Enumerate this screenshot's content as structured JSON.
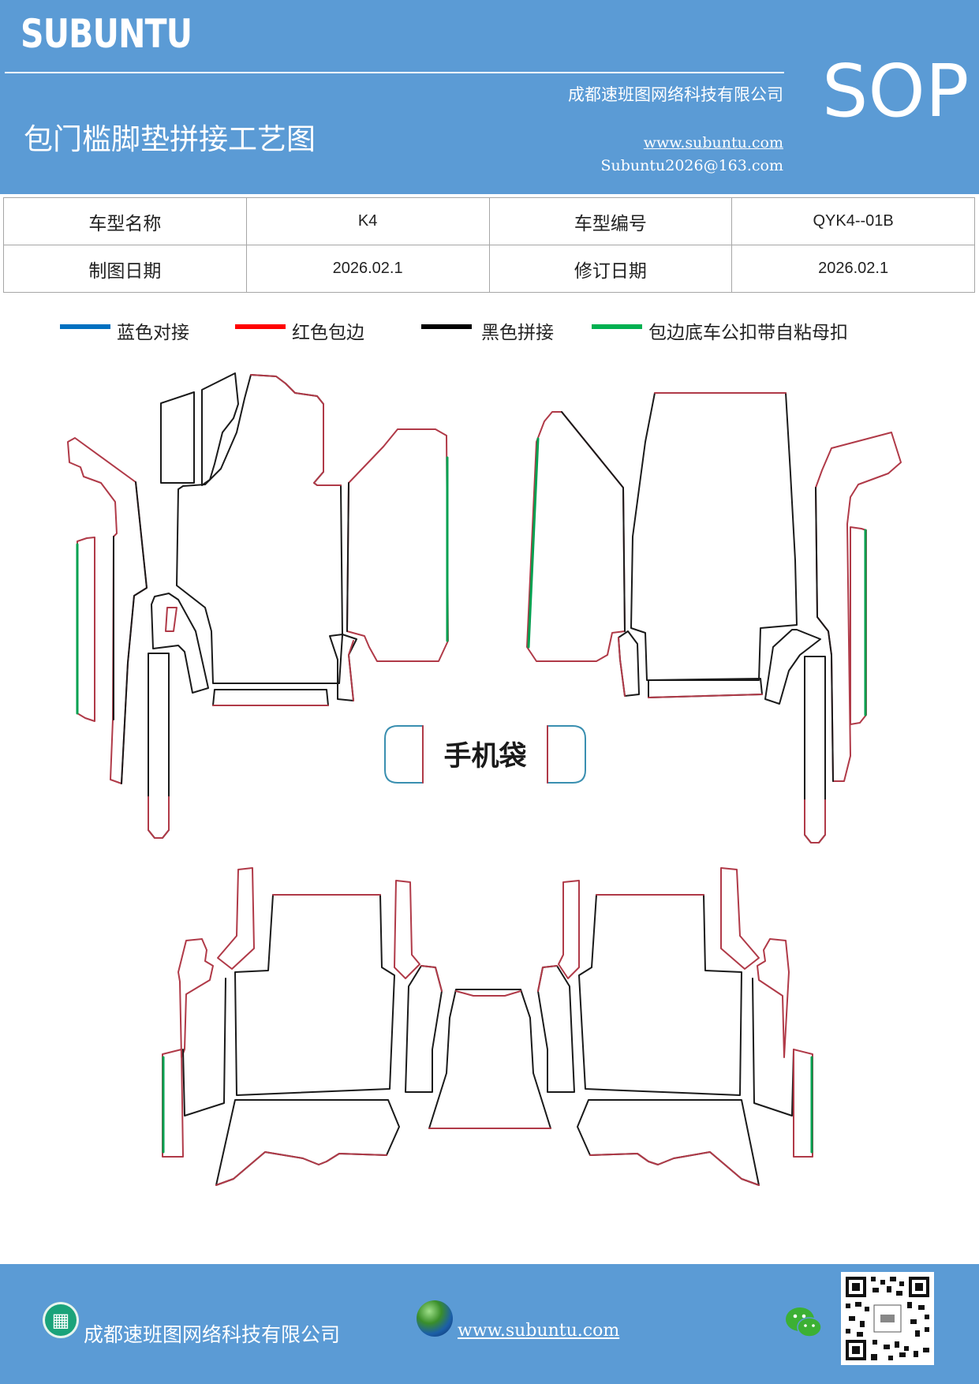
{
  "header": {
    "brand": "SUBUNTU",
    "company": "成都速班图网络科技有限公司",
    "title": "包门槛脚垫拼接工艺图",
    "website": "www.subuntu.com",
    "email": "Subuntu2026@163.com",
    "badge": "SOP"
  },
  "info": {
    "model_name_label": "车型名称",
    "model_name_value": "K4",
    "model_code_label": "车型编号",
    "model_code_value": "QYK4--01B",
    "draw_date_label": "制图日期",
    "draw_date_value": "2026.02.1",
    "revise_date_label": "修订日期",
    "revise_date_value": "2026.02.1"
  },
  "legend": [
    {
      "label": "蓝色对接",
      "color": "#0070c0"
    },
    {
      "label": "红色包边",
      "color": "#ff0000"
    },
    {
      "label": "黑色拼接",
      "color": "#000000"
    },
    {
      "label": "包边底车公扣带自粘母扣",
      "color": "#00b050"
    }
  ],
  "diagram": {
    "phone_bag_label": "手机袋",
    "colors": {
      "edge": "#b03a48",
      "seam": "#1a1a1a",
      "velcro": "#00a050",
      "pocket": "#3a8fb0"
    }
  },
  "footer": {
    "company": "成都速班图网络科技有限公司",
    "website": "www.subuntu.com",
    "company_icon": "building-icon",
    "web_icon": "globe-icon",
    "social_icon": "wechat-icon",
    "qr_icon": "qr-code-icon"
  }
}
